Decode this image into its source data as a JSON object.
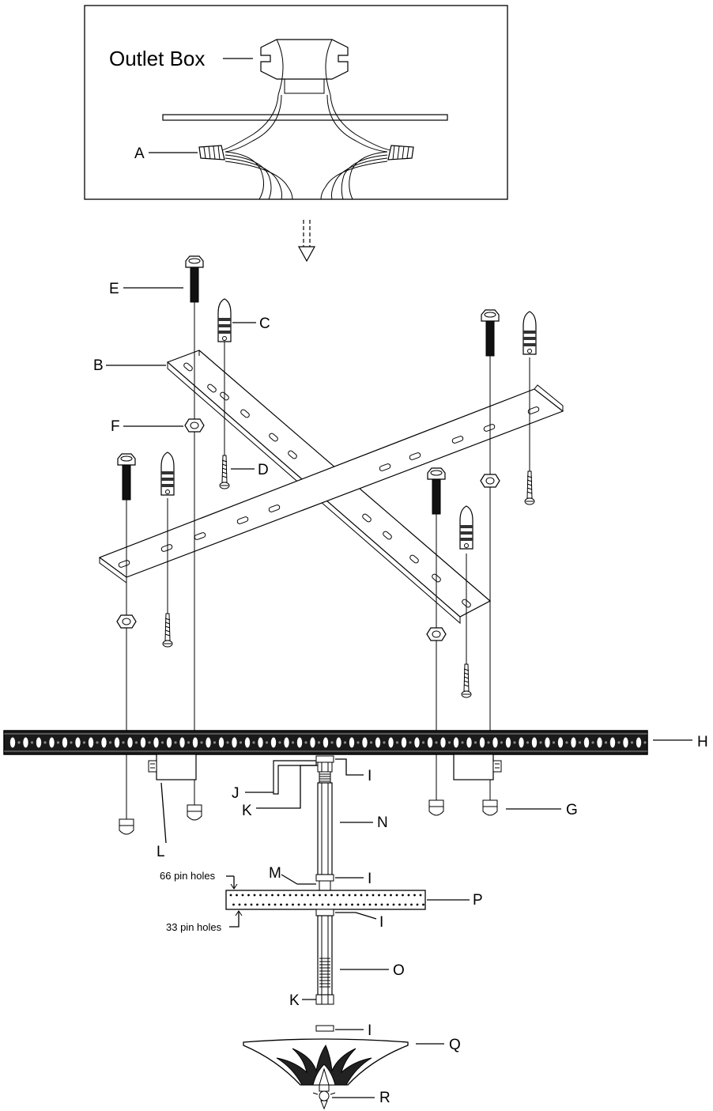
{
  "outlet_box_label": "Outlet Box",
  "labels": {
    "A": "A",
    "B": "B",
    "C": "C",
    "D": "D",
    "E": "E",
    "F": "F",
    "G": "G",
    "H": "H",
    "I": "I",
    "J": "J",
    "K": "K",
    "L": "L",
    "M": "M",
    "N": "N",
    "O": "O",
    "P": "P",
    "Q": "Q",
    "R": "R"
  },
  "pin_holes_top": "66 pin holes",
  "pin_holes_bottom": "33 pin holes"
}
